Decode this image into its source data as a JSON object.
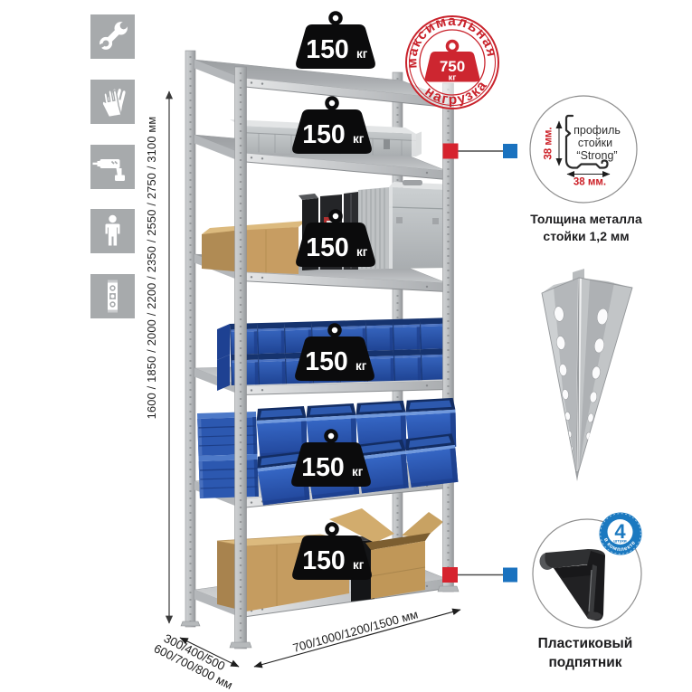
{
  "background": "#ffffff",
  "colors": {
    "accent_red": "#d6232e",
    "accent_blue": "#1a72bf",
    "stamp_red": "#c9232c",
    "icon_square_gray": "#a7aaac",
    "bin_blue": "#2e5cb8",
    "cardboard": "#c89e63",
    "metal_gray": "#b6b9bb"
  },
  "sidebar_icons": [
    {
      "name": "wrench"
    },
    {
      "name": "gloves"
    },
    {
      "name": "drill"
    },
    {
      "name": "person"
    },
    {
      "name": "level"
    }
  ],
  "dimensions": {
    "height_label": "1600 / 1850 / 2000 / 2200 / 2350 / 2550 / 2750 / 3100 мм",
    "depth_label_line1": "300/400/500",
    "depth_label_line2": "600/700/800 мм",
    "width_label": "700/1000/1200/1500 мм"
  },
  "shelf_load_badges": [
    {
      "value": "150",
      "unit": "кг"
    },
    {
      "value": "150",
      "unit": "кг"
    },
    {
      "value": "150",
      "unit": "кг"
    },
    {
      "value": "150",
      "unit": "кг"
    },
    {
      "value": "150",
      "unit": "кг"
    },
    {
      "value": "150",
      "unit": "кг"
    }
  ],
  "max_load_stamp": {
    "arc_top": "максимальная",
    "arc_bottom": "нагрузка",
    "value": "750",
    "unit": "кг"
  },
  "profile_callout": {
    "text_line1": "профиль",
    "text_line2": "стойки",
    "text_line3": "“Strong”",
    "dim_vertical": "38 мм.",
    "dim_horizontal": "38 мм.",
    "caption_line1": "Толщина металла",
    "caption_line2": "стойки 1,2 мм"
  },
  "foot_callout": {
    "badge_value": "4",
    "badge_unit": "штуки",
    "badge_arc": "в комплекте",
    "caption_line1": "Пластиковый",
    "caption_line2": "подпятник"
  }
}
